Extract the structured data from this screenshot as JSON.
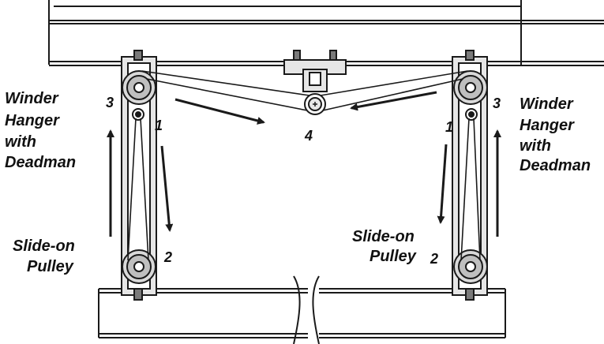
{
  "labels": {
    "left_title_line1": "Winder",
    "left_title_line2": "Hanger",
    "left_title_line3": "with",
    "left_title_line4": "Deadman",
    "right_title_line1": "Winder",
    "right_title_line2": "Hanger",
    "right_title_line3": "with",
    "right_title_line4": "Deadman",
    "left_pulley_line1": "Slide-on",
    "left_pulley_line2": "Pulley",
    "right_pulley_line1": "Slide-on",
    "right_pulley_line2": "Pulley",
    "num_left_top": "3",
    "num_left_mid": "1",
    "num_left_bottom": "2",
    "num_right_top": "3",
    "num_right_mid": "1",
    "num_right_bottom": "2",
    "num_center": "4"
  },
  "colors": {
    "line": "#1a1a1a",
    "metal": "#e6e6e6",
    "metal_dark": "#7a7a7a",
    "background": "#ffffff"
  }
}
